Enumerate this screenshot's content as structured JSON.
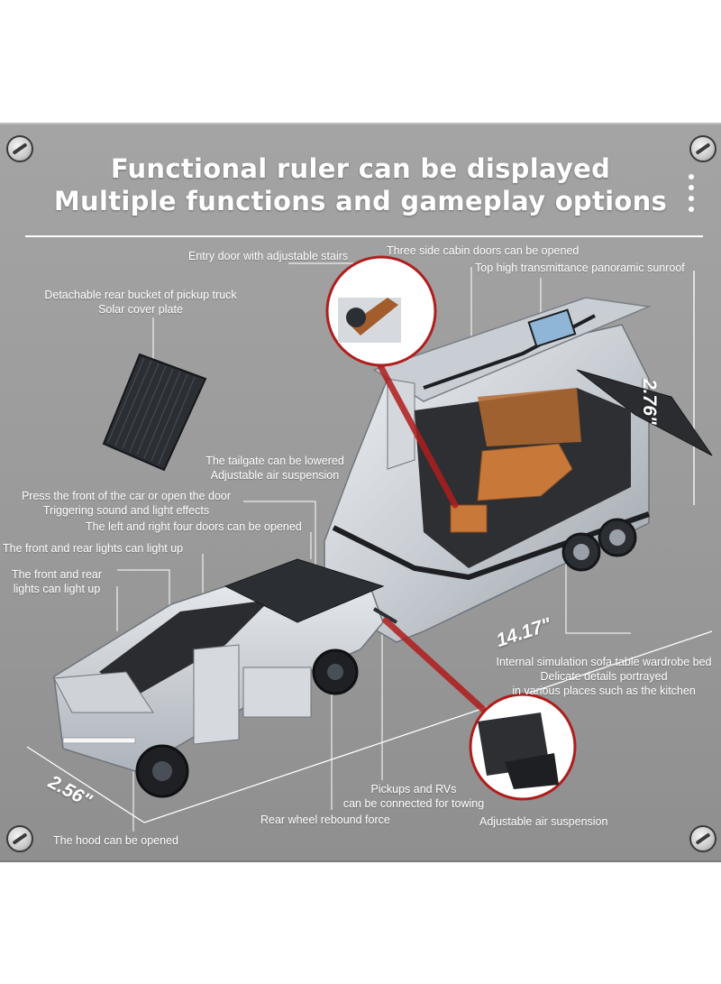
{
  "header": {
    "title_line1": "Functional ruler can be displayed",
    "title_line2": "Multiple functions and gameplay options"
  },
  "callouts": {
    "entry_door": "Entry door with adjustable stairs",
    "cabin_doors": "Three side cabin doors can be opened",
    "sunroof": "Top high transmittance panoramic sunroof",
    "rear_bucket_line1": "Detachable rear bucket of pickup truck",
    "rear_bucket_line2": "Solar cover plate",
    "tailgate_line1": "The tailgate can be lowered",
    "tailgate_line2": "Adjustable air suspension",
    "press_front_line1": "Press the front of the car or open the door",
    "press_front_line2": "Triggering sound and light effects",
    "four_doors": "The left and right four doors can be opened",
    "lights_a": "The front and rear lights can light up",
    "lights_b_line1": "The front and rear",
    "lights_b_line2": "lights can light up",
    "interior_line1": "Internal simulation sofa table wardrobe bed",
    "interior_line2": "Delicate details portrayed",
    "interior_line3": "in various places such as the kitchen",
    "towing_line1": "Pickups and RVs",
    "towing_line2": "can be connected for towing",
    "rebound": "Rear wheel rebound force",
    "air_suspension": "Adjustable air suspension",
    "hood": "The hood can be opened"
  },
  "dimensions": {
    "height": "2.76\"",
    "length": "14.17\"",
    "width": "2.56\""
  },
  "colors": {
    "panel_bg": "#9c9c9c",
    "text": "#ffffff",
    "callout_red": "#b01d1d",
    "body_silver": "#d9dde2",
    "interior_orange": "#c8793a"
  }
}
